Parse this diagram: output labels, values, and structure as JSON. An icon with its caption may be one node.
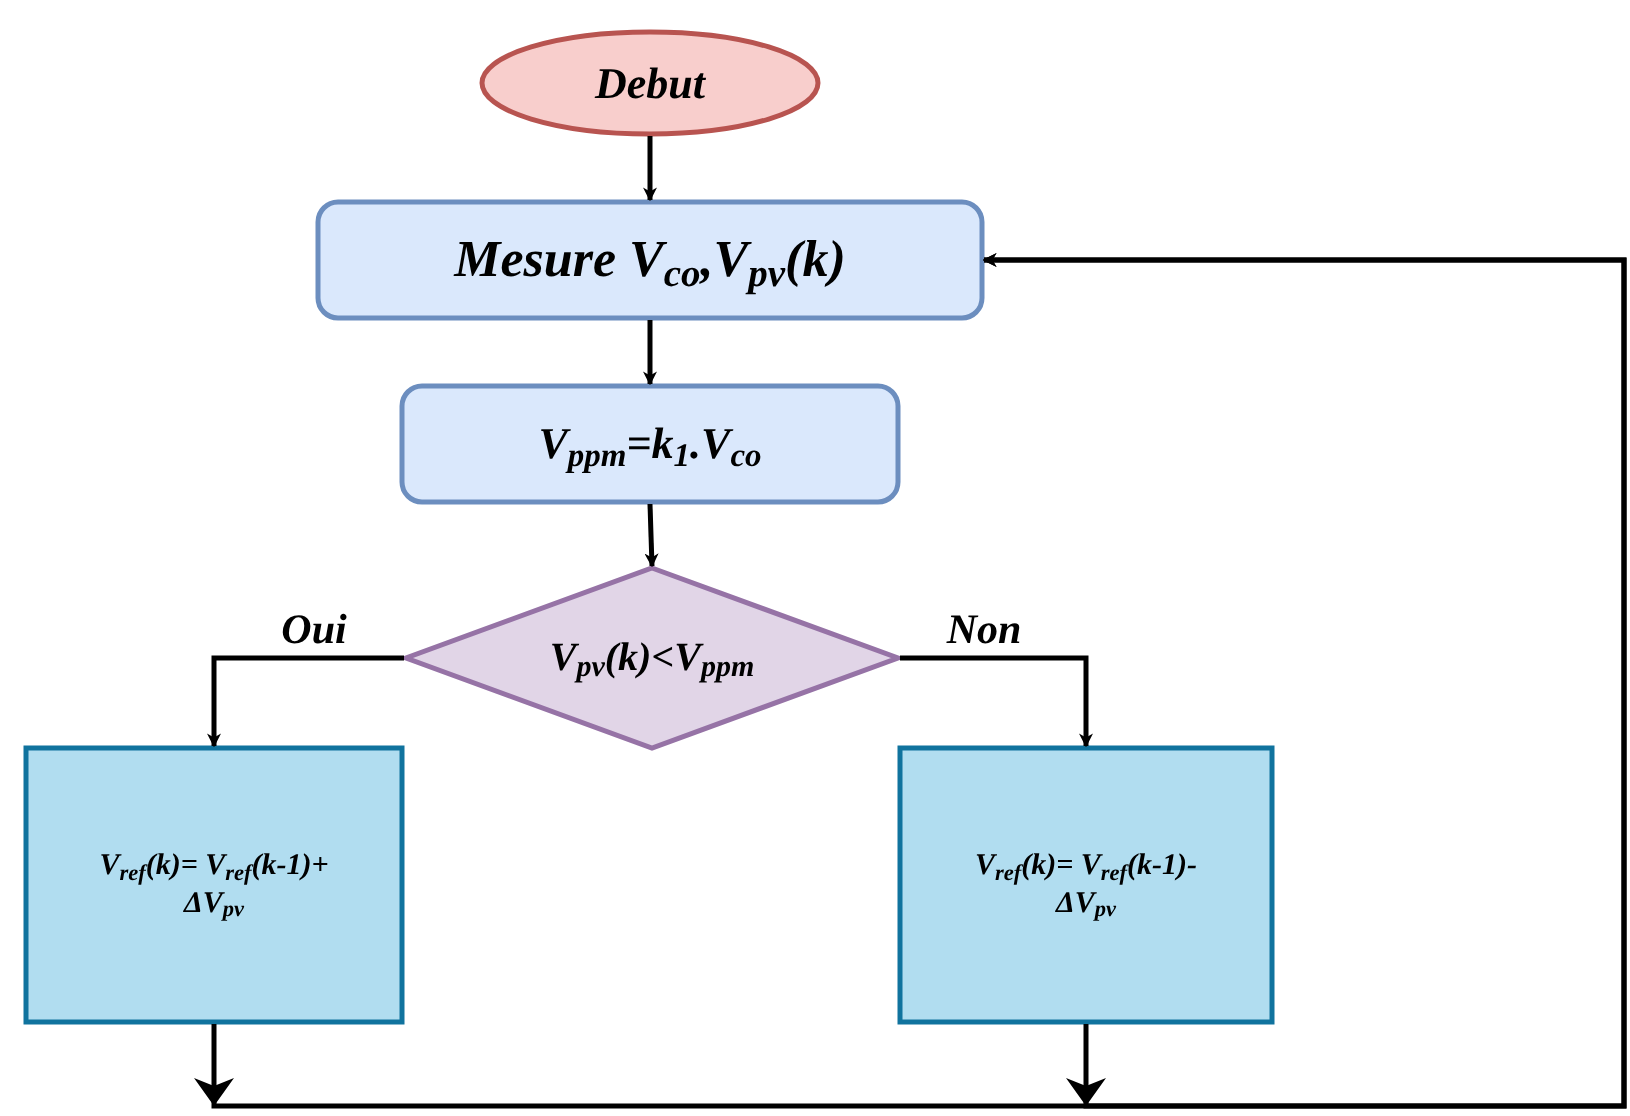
{
  "diagram": {
    "nodes": [
      {
        "text": [
          "Debut"
        ]
      },
      {
        "text": [
          "Mesure V$_{co}$,V$_{pv}$(k)"
        ]
      },
      {
        "text": [
          "V$_{ppm}$=k$_{1}$.V$_{co}$"
        ]
      },
      {
        "text": [
          "V$_{pv}$(k)<V$_{ppm}$"
        ]
      },
      {
        "text": [
          "V$_{ref}$(k)= V$_{ref}$(k-1)+ ΔV$_{pv}$"
        ]
      },
      {
        "text": [
          "V$_{ref}$(k)= V$_{ref}$(k-1)- ΔV$_{pv}$"
        ]
      }
    ],
    "edges": [
      {
        "from": 0,
        "to": 1,
        "arrow": "to"
      },
      {
        "from": 1,
        "to": 2,
        "arrow": "to"
      },
      {
        "from": 2,
        "to": 3,
        "arrow": "to"
      },
      {
        "from": 3,
        "to": 4,
        "arrow": "to",
        "label": "Oui"
      },
      {
        "from": 3,
        "to": 5,
        "arrow": "to",
        "label": "Non"
      },
      {
        "from": 4,
        "to": 1,
        "arrow": "to"
      },
      {
        "from": 5,
        "to": 1,
        "arrow": "to"
      }
    ]
  }
}
